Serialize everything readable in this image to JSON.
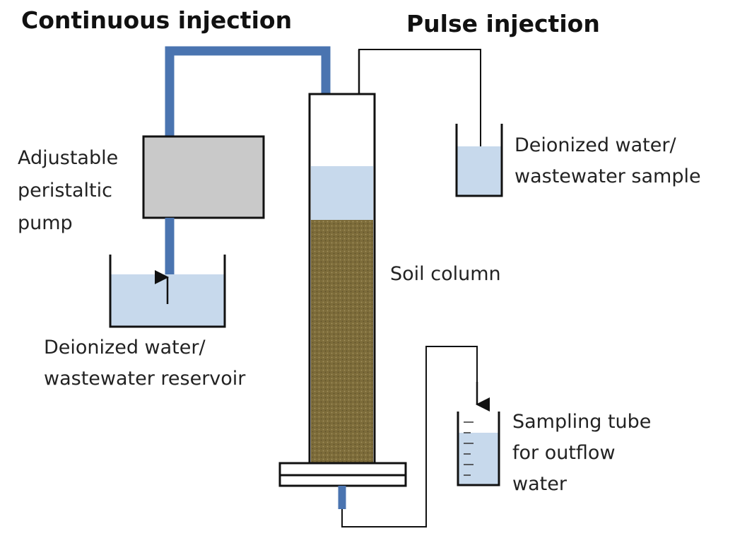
{
  "titles": {
    "continuous": "Continuous injection",
    "pulse": "Pulse injection"
  },
  "labels": {
    "pump": [
      "Adjustable",
      "peristaltic",
      "pump"
    ],
    "reservoir": [
      "Deionized water/",
      "wastewater reservoir"
    ],
    "sample": [
      "Deionized water/",
      "wastewater sample"
    ],
    "soil_column": "Soil column",
    "sampling_tube": [
      "Sampling tube",
      "for outflow",
      "water"
    ]
  },
  "colors": {
    "tube_blue": "#4a74b0",
    "water": "#c7d9ec",
    "soil": "#7d6c3a",
    "pump": "#c9c9c9",
    "line": "#111111"
  }
}
